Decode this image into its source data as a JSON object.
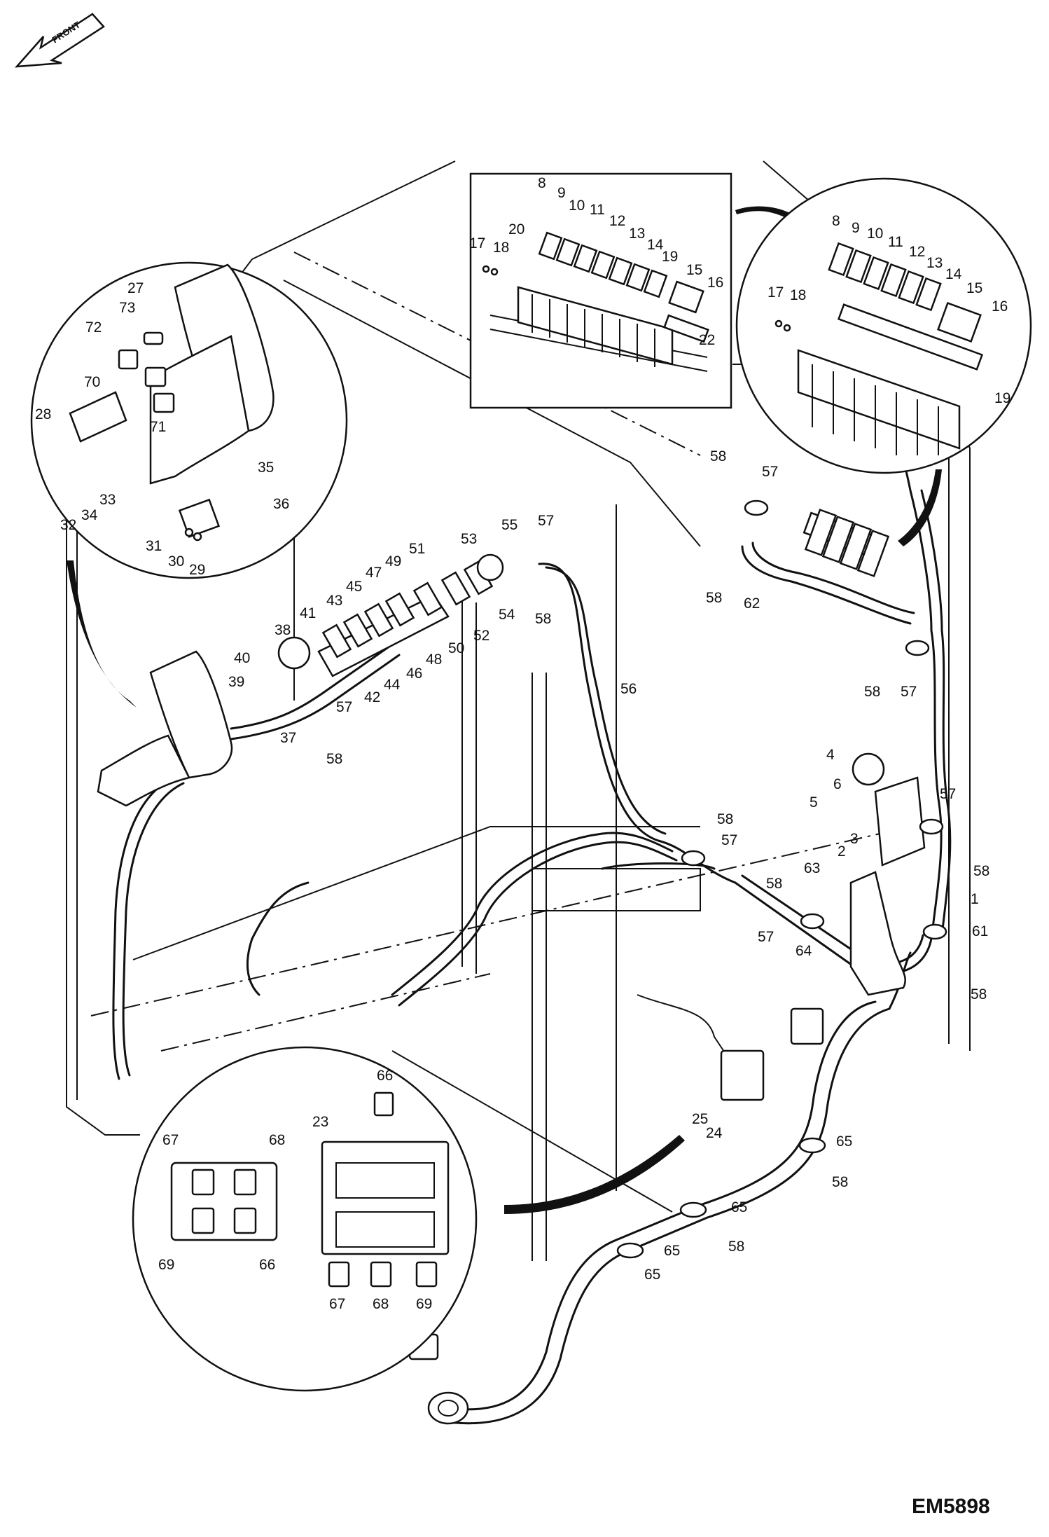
{
  "front_label": "FRONT",
  "figure_code": "EM5898",
  "detail_fuse_relay": {
    "labels": [
      "8",
      "9",
      "10",
      "11",
      "12",
      "13",
      "14",
      "15",
      "16",
      "17",
      "18",
      "19",
      "20",
      "22"
    ]
  },
  "detail_relay_right": {
    "labels": [
      "8",
      "9",
      "10",
      "11",
      "12",
      "13",
      "14",
      "15",
      "16",
      "17",
      "18",
      "19"
    ]
  },
  "detail_display_mount": {
    "labels": [
      "27",
      "28",
      "29",
      "30",
      "31",
      "32",
      "33",
      "34",
      "35",
      "36",
      "70",
      "71",
      "72",
      "73"
    ]
  },
  "detail_fusebox": {
    "labels": [
      "23",
      "66",
      "67",
      "68",
      "69",
      "66",
      "67",
      "68",
      "69"
    ]
  },
  "main_callouts": [
    "1",
    "2",
    "3",
    "4",
    "5",
    "6",
    "24",
    "25",
    "37",
    "38",
    "39",
    "40",
    "41",
    "42",
    "43",
    "44",
    "45",
    "46",
    "47",
    "48",
    "49",
    "50",
    "51",
    "52",
    "53",
    "54",
    "55",
    "56",
    "57",
    "57",
    "57",
    "57",
    "57",
    "57",
    "57",
    "58",
    "58",
    "58",
    "58",
    "58",
    "58",
    "58",
    "58",
    "58",
    "58",
    "58",
    "61",
    "62",
    "63",
    "64",
    "65",
    "65",
    "65",
    "65"
  ]
}
